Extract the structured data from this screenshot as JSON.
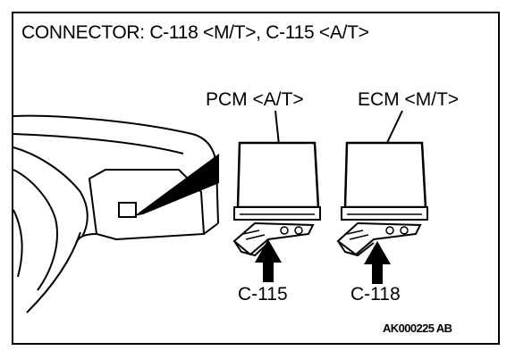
{
  "title": "CONNECTOR: C-118 <M/T>, C-115 <A/T>",
  "labels": {
    "pcm": "PCM <A/T>",
    "ecm": "ECM <M/T>",
    "c115": "C-115",
    "c118": "C-118"
  },
  "figure_code": "AK000225 AB"
}
